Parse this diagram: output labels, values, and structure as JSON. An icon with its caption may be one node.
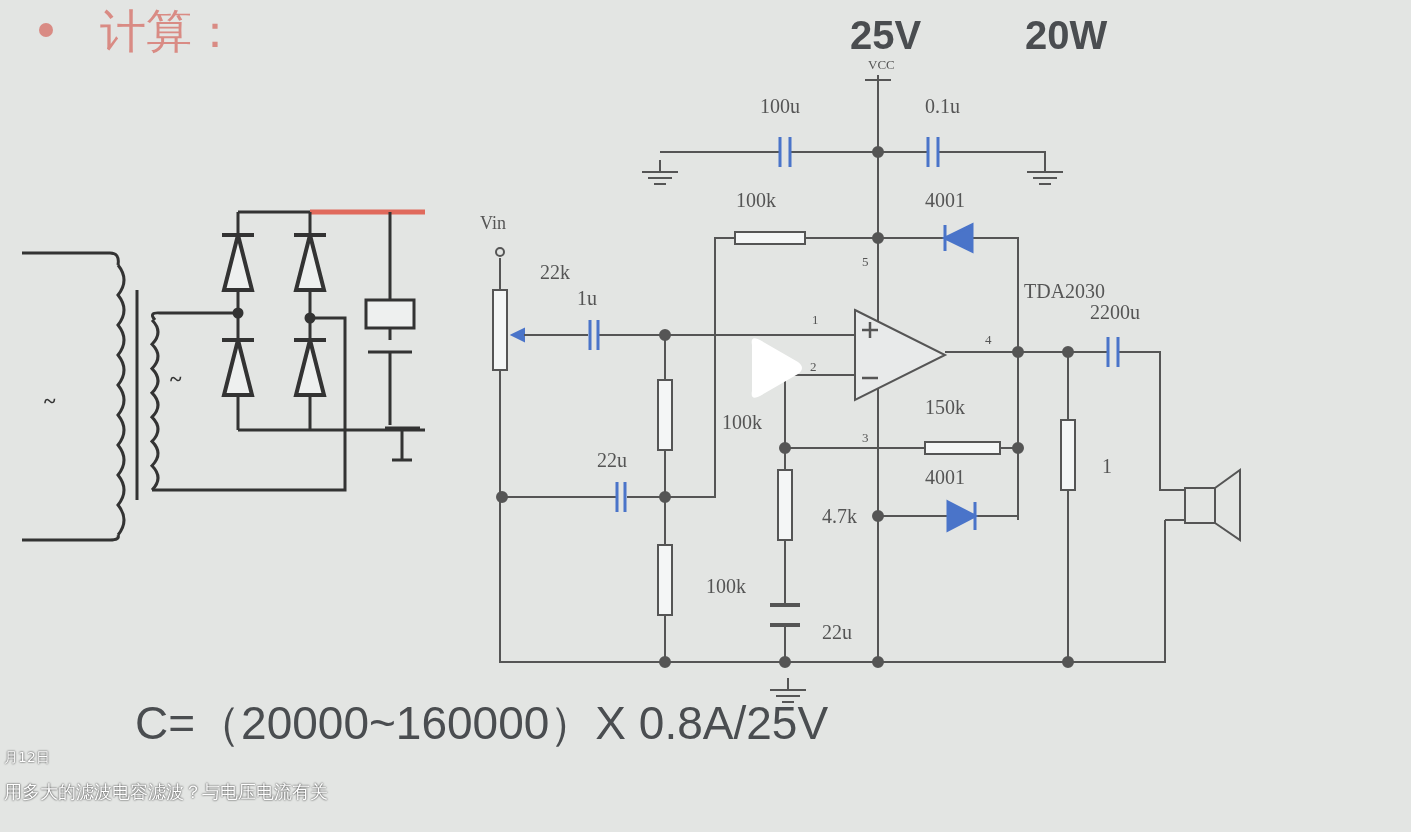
{
  "diagram": {
    "title": "计算：",
    "caption": "用多大的滤波电容滤波？与电压电流有关",
    "labels": [
      "25V",
      "20W",
      "VCC",
      "100u",
      "0.1u",
      "100k",
      "4001",
      "Vin",
      "22k",
      "5",
      "1u",
      "TDA2030",
      "2200u",
      "1",
      "4",
      "2",
      "150k",
      "100k",
      "3",
      "22u",
      "1",
      "4001",
      "4.7k",
      "100k",
      "22u",
      "C=（20000~160000）X 0.8A/25V",
      "月12日",
      "~",
      "~"
    ]
  }
}
